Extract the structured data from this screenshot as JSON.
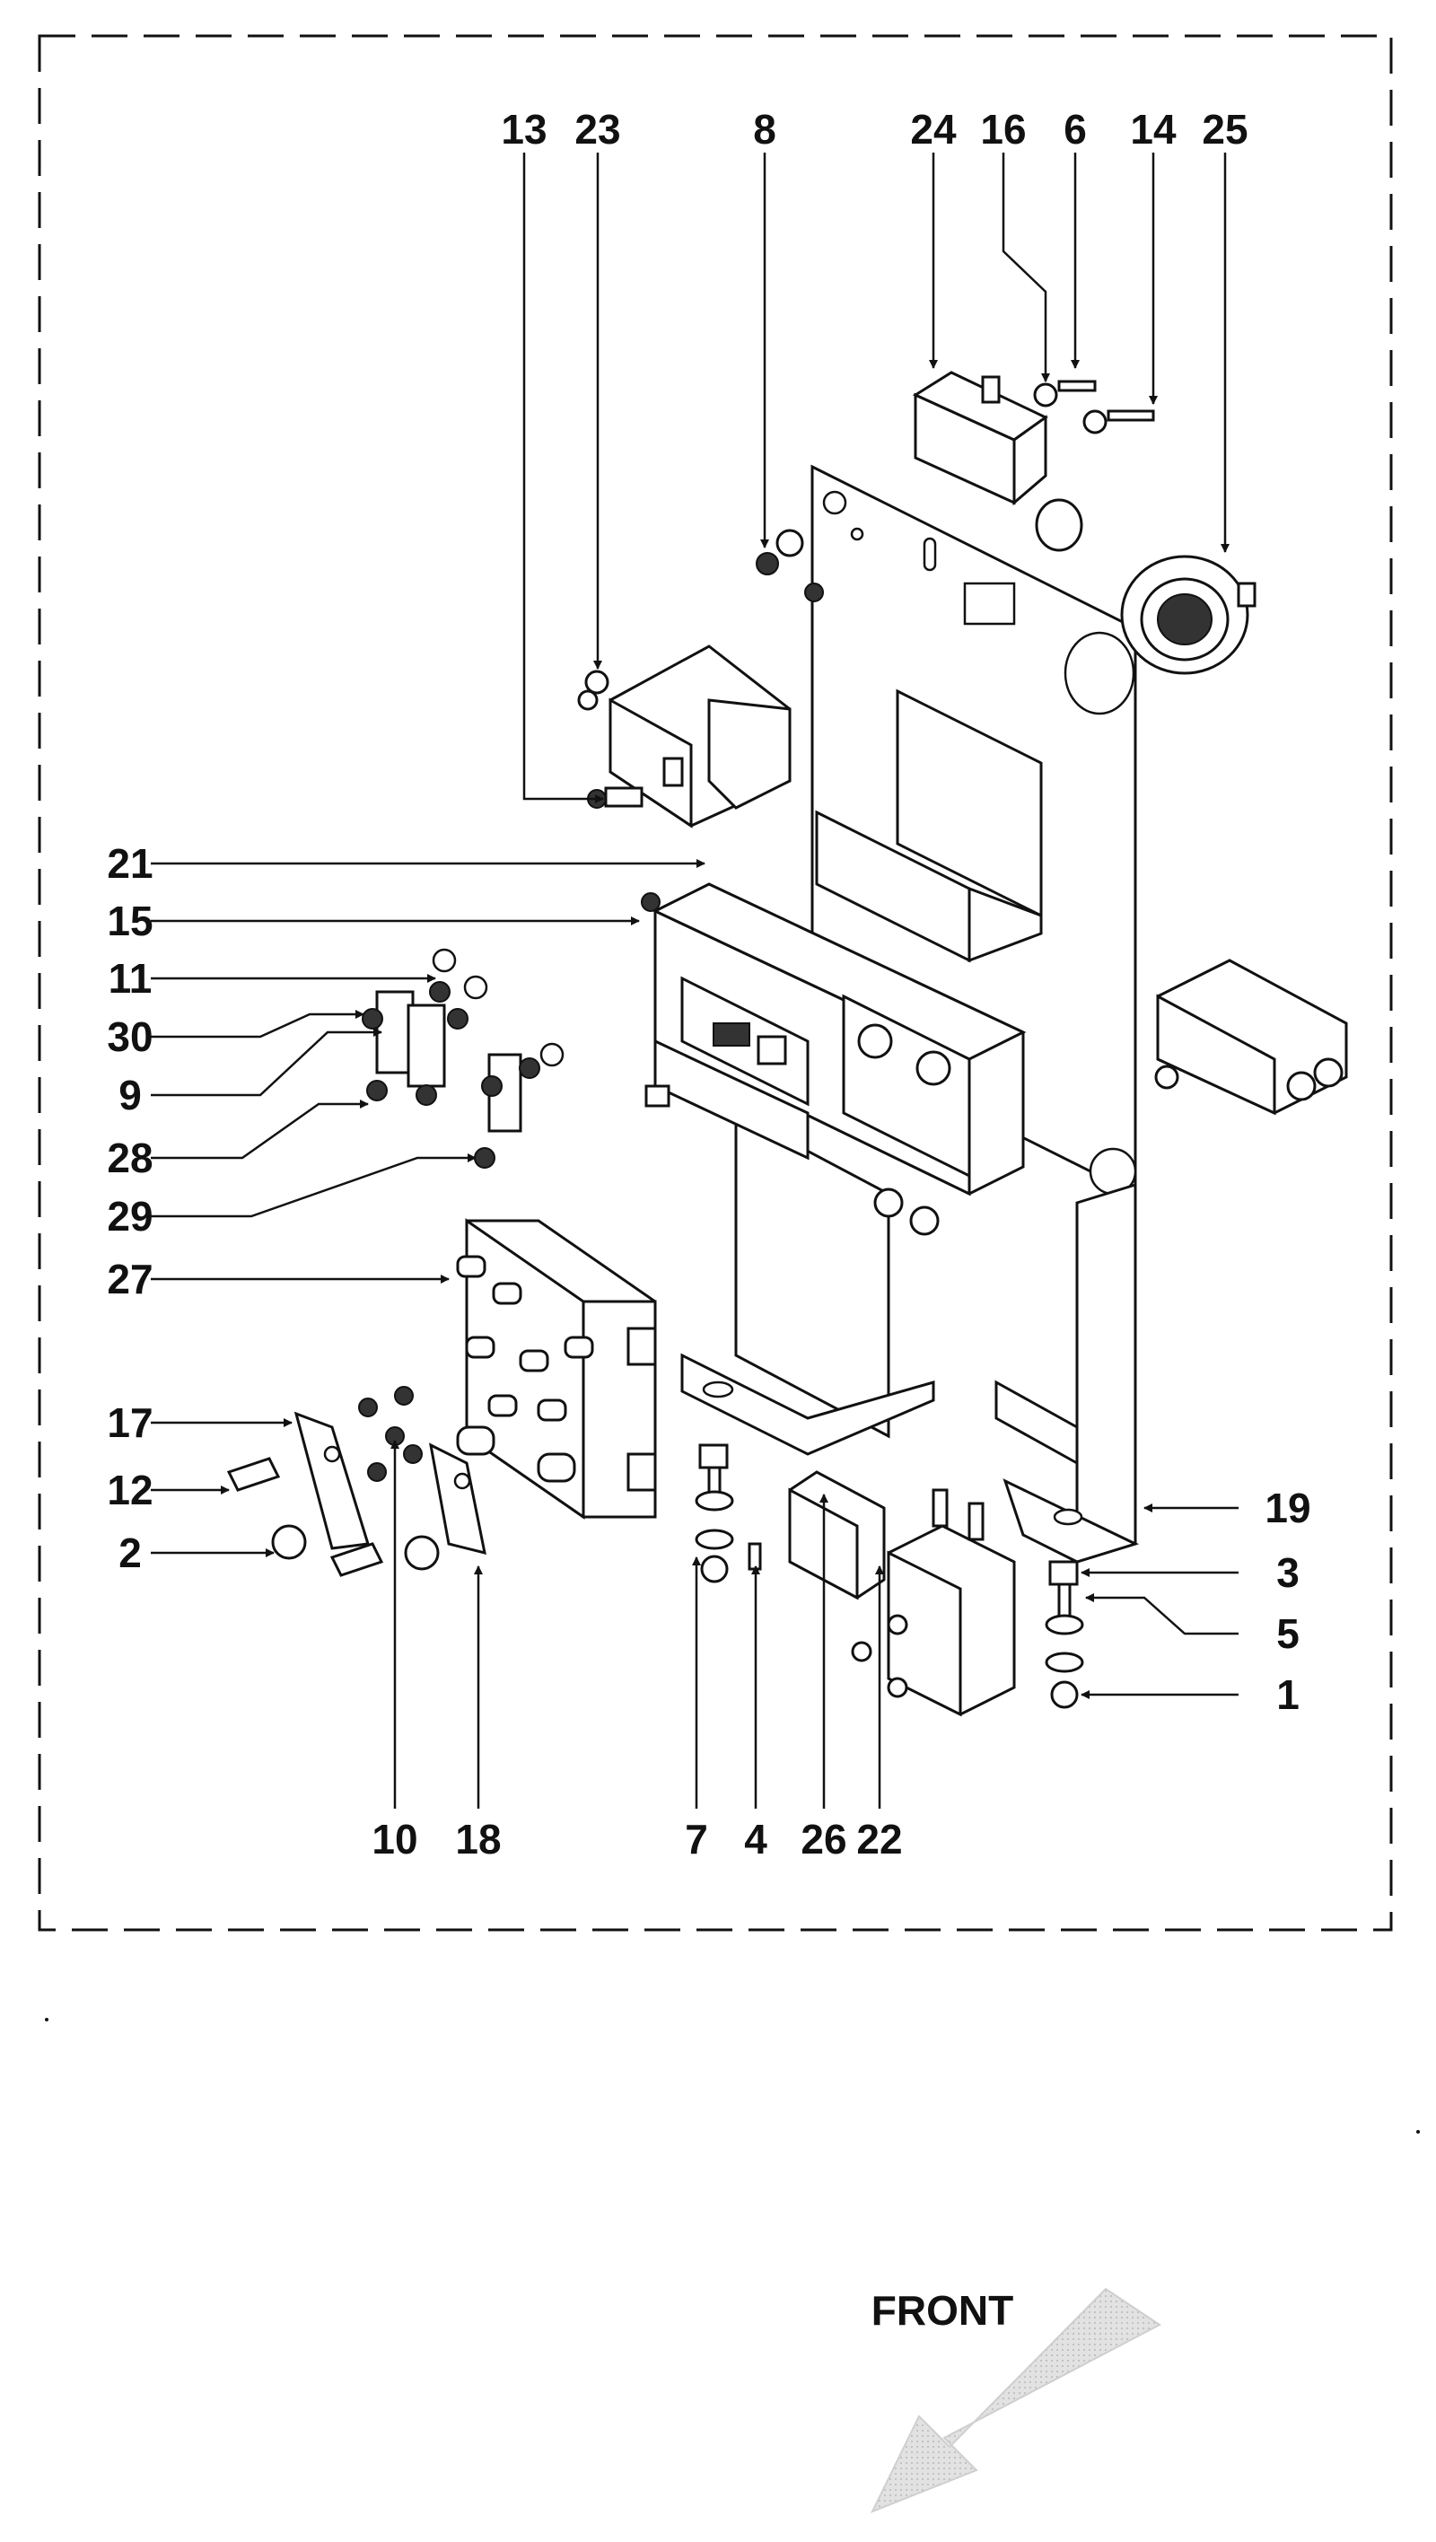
{
  "diagram": {
    "callouts": [
      "13",
      "23",
      "8",
      "24",
      "16",
      "6",
      "14",
      "25",
      "21",
      "15",
      "11",
      "30",
      "9",
      "28",
      "29",
      "27",
      "17",
      "12",
      "2",
      "10",
      "18",
      "7",
      "4",
      "26",
      "22",
      "19",
      "3",
      "5",
      "1"
    ],
    "front_label": "FRONT",
    "colors": {
      "line": "#111111",
      "arrow_fill": "#d9d9d9"
    }
  }
}
